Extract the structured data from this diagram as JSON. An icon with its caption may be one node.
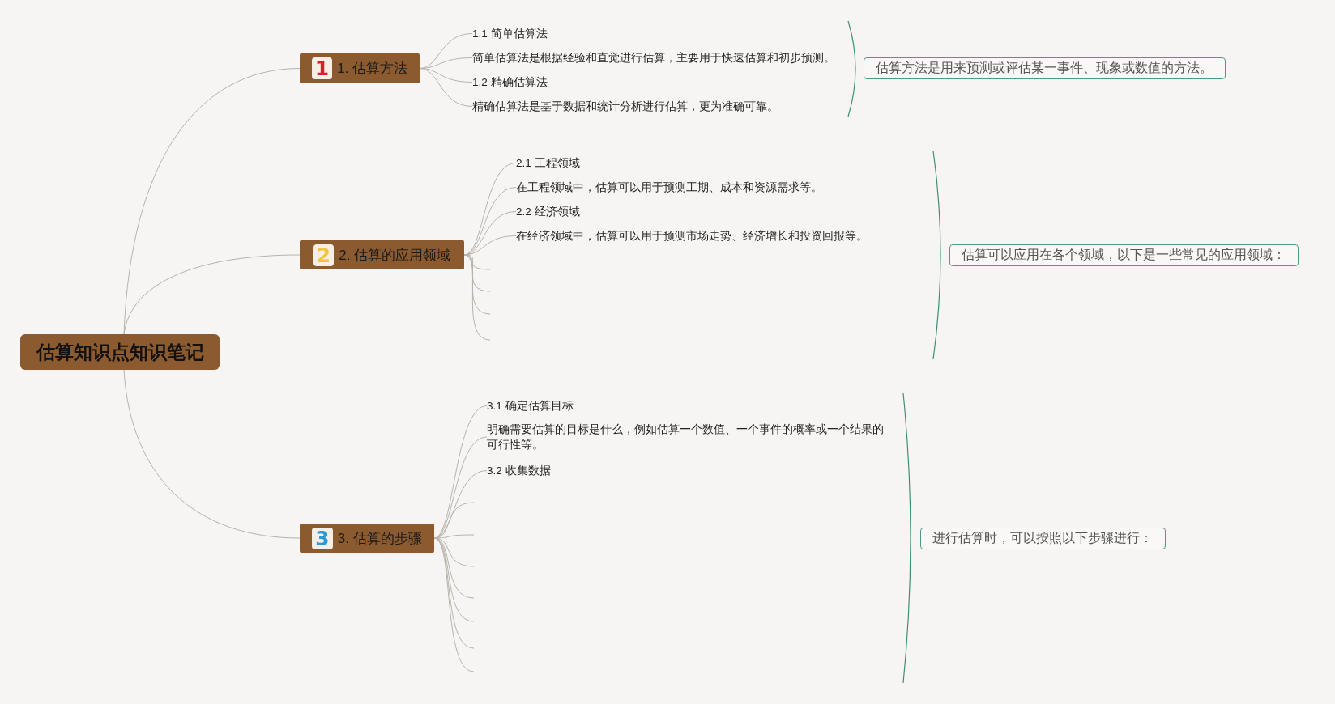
{
  "diagram": {
    "nodes": [
      {
        "text": [
          "估算知识点知识笔记"
        ]
      },
      {
        "text": [
          "1",
          "1. 估算方法"
        ]
      },
      {
        "text": [
          "1.1 简单估算法"
        ]
      },
      {
        "text": [
          "简单估算法是根据经验和直觉进行估算，主要用于快速估算和初步预测。"
        ]
      },
      {
        "text": [
          "1.2 精确估算法"
        ]
      },
      {
        "text": [
          "精确估算法是基于数据和统计分析进行估算，更为准确可靠。"
        ]
      },
      {
        "text": [
          "估算方法是用来预测或评估某一事件、现象或数值的方法。"
        ]
      },
      {
        "text": [
          "2",
          "2. 估算的应用领域"
        ]
      },
      {
        "text": [
          "2.1 工程领域"
        ]
      },
      {
        "text": [
          "在工程领域中，估算可以用于预测工期、成本和资源需求等。"
        ]
      },
      {
        "text": [
          "2.2 经济领域"
        ]
      },
      {
        "text": [
          "在经济领域中，估算可以用于预测市场走势、经济增长和投资回报等。"
        ]
      },
      {
        "text": [
          "估算可以应用在各个领域，以下是一些常见的应用领域："
        ]
      },
      {
        "text": [
          "3",
          "3. 估算的步骤"
        ]
      },
      {
        "text": [
          "3.1 确定估算目标"
        ]
      },
      {
        "text": [
          "明确需要估算的目标是什么，例如估算一个数值、一个事件的概率或一个结果的可行性等。"
        ]
      },
      {
        "text": [
          "3.2 收集数据"
        ]
      },
      {
        "text": [
          "进行估算时，可以按照以下步骤进行："
        ]
      }
    ],
    "edges": [
      {
        "from": 0,
        "to": 1,
        "arrow": "none"
      },
      {
        "from": 1,
        "to": 2,
        "arrow": "none"
      },
      {
        "from": 1,
        "to": 3,
        "arrow": "none"
      },
      {
        "from": 1,
        "to": 4,
        "arrow": "none"
      },
      {
        "from": 1,
        "to": 5,
        "arrow": "none"
      },
      {
        "from": 0,
        "to": 7,
        "arrow": "none"
      },
      {
        "from": 7,
        "to": 8,
        "arrow": "none"
      },
      {
        "from": 7,
        "to": 9,
        "arrow": "none"
      },
      {
        "from": 7,
        "to": 10,
        "arrow": "none"
      },
      {
        "from": 7,
        "to": 11,
        "arrow": "none"
      },
      {
        "from": 7,
        "to": null,
        "arrow": "none"
      },
      {
        "from": 7,
        "to": null,
        "arrow": "none"
      },
      {
        "from": 7,
        "to": null,
        "arrow": "none"
      },
      {
        "from": 7,
        "to": null,
        "arrow": "none"
      },
      {
        "from": 0,
        "to": 13,
        "arrow": "none"
      },
      {
        "from": 13,
        "to": 14,
        "arrow": "none"
      },
      {
        "from": 13,
        "to": 15,
        "arrow": "none"
      },
      {
        "from": 13,
        "to": 16,
        "arrow": "none"
      },
      {
        "from": 13,
        "to": null,
        "arrow": "none"
      },
      {
        "from": 13,
        "to": null,
        "arrow": "none"
      },
      {
        "from": 13,
        "to": null,
        "arrow": "none"
      },
      {
        "from": 13,
        "to": null,
        "arrow": "none"
      },
      {
        "from": 13,
        "to": null,
        "arrow": "none"
      },
      {
        "from": 13,
        "to": null,
        "arrow": "none"
      },
      {
        "from": 13,
        "to": null,
        "arrow": "none"
      }
    ]
  }
}
